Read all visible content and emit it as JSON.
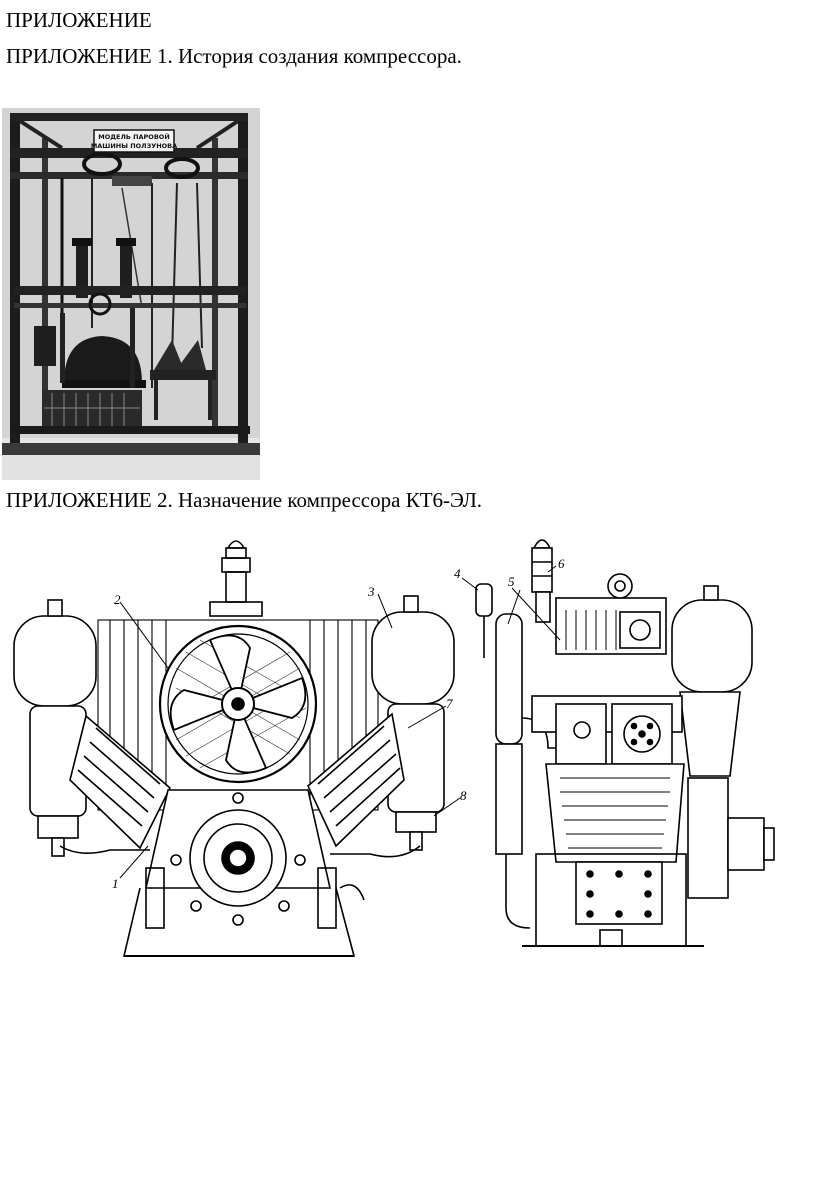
{
  "page": {
    "heading": "ПРИЛОЖЕНИЕ"
  },
  "appendix1": {
    "title": "ПРИЛОЖЕНИЕ 1. История создания компрессора.",
    "sign_line1": "МОДЕЛЬ ПАРОВОЙ",
    "sign_line2": "МАШИНЫ ПОЛЗУНОВА"
  },
  "appendix2": {
    "title": "ПРИЛОЖЕНИЕ 2. Назначение компрессора КТ6-ЭЛ.",
    "callouts": [
      "1",
      "2",
      "3",
      "4",
      "5",
      "6",
      "7",
      "8"
    ]
  },
  "colors": {
    "ink": "#000000",
    "photo_bg": "#d9d9d9",
    "photo_dark": "#2a2a2a"
  }
}
